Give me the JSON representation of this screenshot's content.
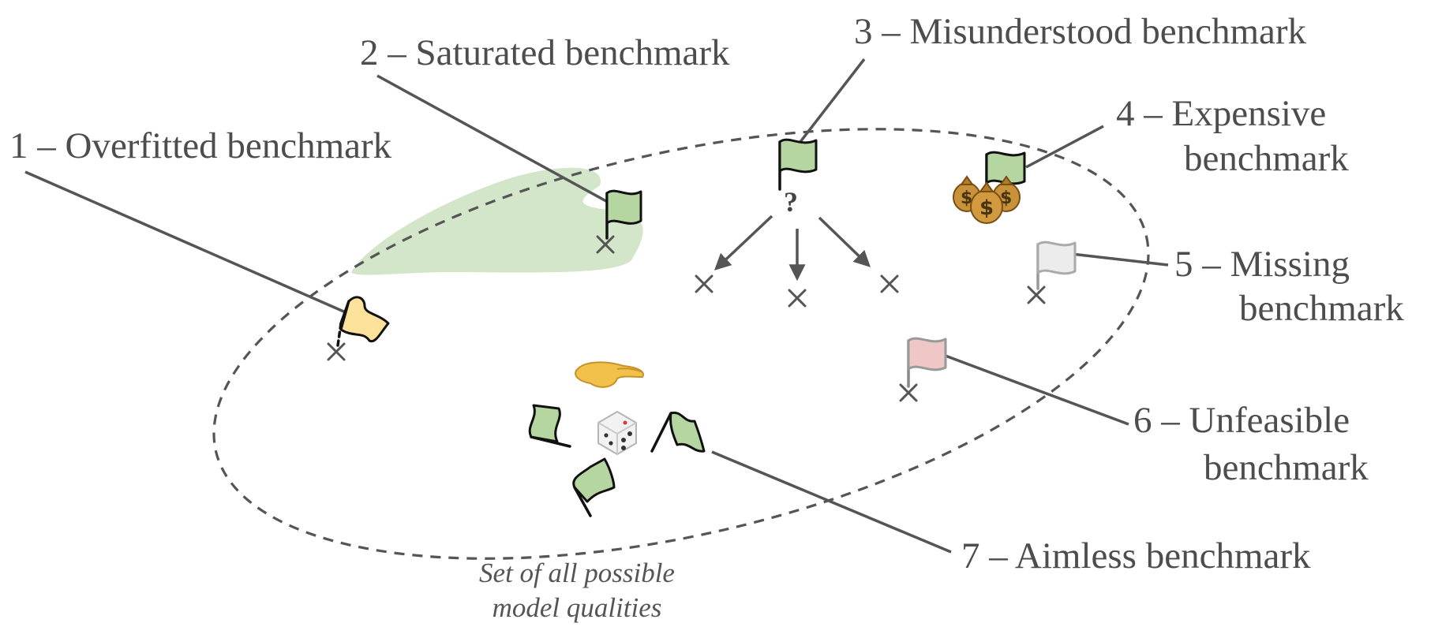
{
  "labels": {
    "overfitted": "1 – Overfitted benchmark",
    "saturated": "2 – Saturated benchmark",
    "misunderstood": "3 – Misunderstood benchmark",
    "expensive_line1": "4 – Expensive",
    "expensive_line2": "benchmark",
    "missing_line1": "5 – Missing",
    "missing_line2": "benchmark",
    "unfeasible_line1": "6 – Unfeasible",
    "unfeasible_line2": "benchmark",
    "aimless": "7 – Aimless benchmark"
  },
  "caption": {
    "line1": "Set of all possible",
    "line2": "model qualities"
  },
  "question_mark": "?",
  "colors": {
    "green_flag": "#b5d5a1",
    "yellow_flag": "#fbe199",
    "pink_flag": "#efc7c7",
    "gray_flag": "#ececec",
    "saturated_region": "#d3e6c9",
    "ink": "#4d4d4d"
  },
  "icons": [
    "money-bags-icon",
    "dice-icon",
    "throwing-hand-icon"
  ]
}
